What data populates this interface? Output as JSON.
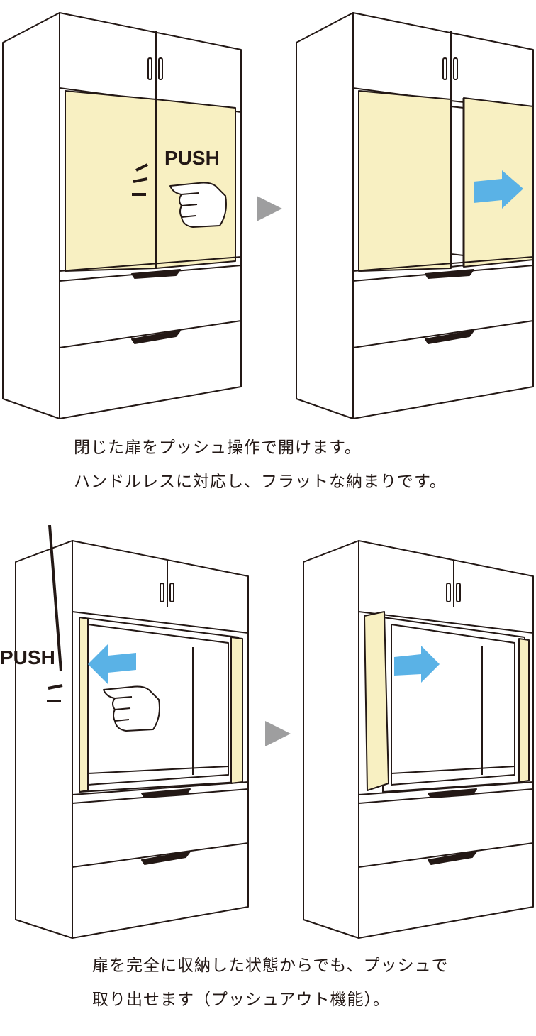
{
  "labels": {
    "push_top": "PUSH",
    "push_bottom": "PUSH"
  },
  "captions": {
    "top": {
      "line1": "閉じた扉をプッシュ操作で開けます。",
      "line2": "ハンドルレスに対応し、フラットな納まりです。"
    },
    "bottom": {
      "line1": "扉を完全に収納した状態からでも、プッシュで",
      "line2": "取り出せます（プッシュアウト機能）。"
    }
  },
  "icons": {
    "step_arrow": "play-triangle-icon",
    "direction_arrow": "arrow-icon",
    "hand": "pointing-hand-icon"
  },
  "colors": {
    "door_fill": "#f8f0c2",
    "arrow_blue": "#5ab2e6",
    "line": "#231815",
    "step_arrow": "#9e9e9f"
  }
}
